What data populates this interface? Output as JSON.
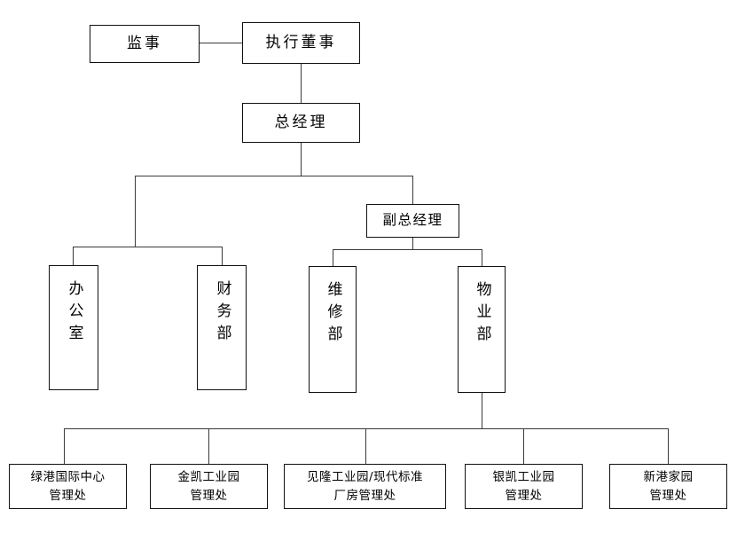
{
  "chart": {
    "type": "org-chart",
    "title": "",
    "orientation": "top-down",
    "nodes": {
      "supervisor": {
        "label": "监事",
        "level": 0
      },
      "executive_director": {
        "label": "执行董事",
        "level": 0
      },
      "general_manager": {
        "label": "总经理",
        "level": 1
      },
      "deputy_general_manager": {
        "label": "副总经理",
        "level": 2
      },
      "office": {
        "label": "办公室",
        "level": 3
      },
      "finance_dept": {
        "label": "财务部",
        "level": 3
      },
      "maintenance_dept": {
        "label": "维修部",
        "level": 3
      },
      "property_dept": {
        "label": "物业部",
        "level": 3
      },
      "site_1": {
        "label": "绿港国际中心\n管理处",
        "line1": "绿港国际中心",
        "line2": "管理处",
        "level": 4
      },
      "site_2": {
        "label": "金凯工业园\n管理处",
        "line1": "金凯工业园",
        "line2": "管理处",
        "level": 4
      },
      "site_3": {
        "label": "见隆工业园/现代标准\n厂房管理处",
        "line1": "见隆工业园/现代标准",
        "line2": "厂房管理处",
        "level": 4
      },
      "site_4": {
        "label": "银凯工业园\n管理处",
        "line1": "银凯工业园",
        "line2": "管理处",
        "level": 4
      },
      "site_5": {
        "label": "新港家园\n管理处",
        "line1": "新港家园",
        "line2": "管理处",
        "level": 4
      }
    },
    "edges": [
      {
        "from": "supervisor",
        "to": "executive_director",
        "style": "horizontal"
      },
      {
        "from": "executive_director",
        "to": "general_manager",
        "style": "vertical"
      },
      {
        "from": "general_manager",
        "to": "deputy_general_manager",
        "style": "elbow"
      },
      {
        "from": "general_manager",
        "to": "office",
        "style": "elbow"
      },
      {
        "from": "general_manager",
        "to": "finance_dept",
        "style": "elbow"
      },
      {
        "from": "deputy_general_manager",
        "to": "maintenance_dept",
        "style": "elbow"
      },
      {
        "from": "deputy_general_manager",
        "to": "property_dept",
        "style": "elbow"
      },
      {
        "from": "property_dept",
        "to": "site_1",
        "style": "elbow"
      },
      {
        "from": "property_dept",
        "to": "site_2",
        "style": "elbow"
      },
      {
        "from": "property_dept",
        "to": "site_3",
        "style": "elbow"
      },
      {
        "from": "property_dept",
        "to": "site_4",
        "style": "elbow"
      },
      {
        "from": "property_dept",
        "to": "site_5",
        "style": "elbow"
      }
    ],
    "colors": {
      "box_border": "#111111",
      "box_fill": "#ffffff",
      "connector": "#3a3a3a",
      "text": "#000000",
      "background": "#ffffff"
    }
  }
}
